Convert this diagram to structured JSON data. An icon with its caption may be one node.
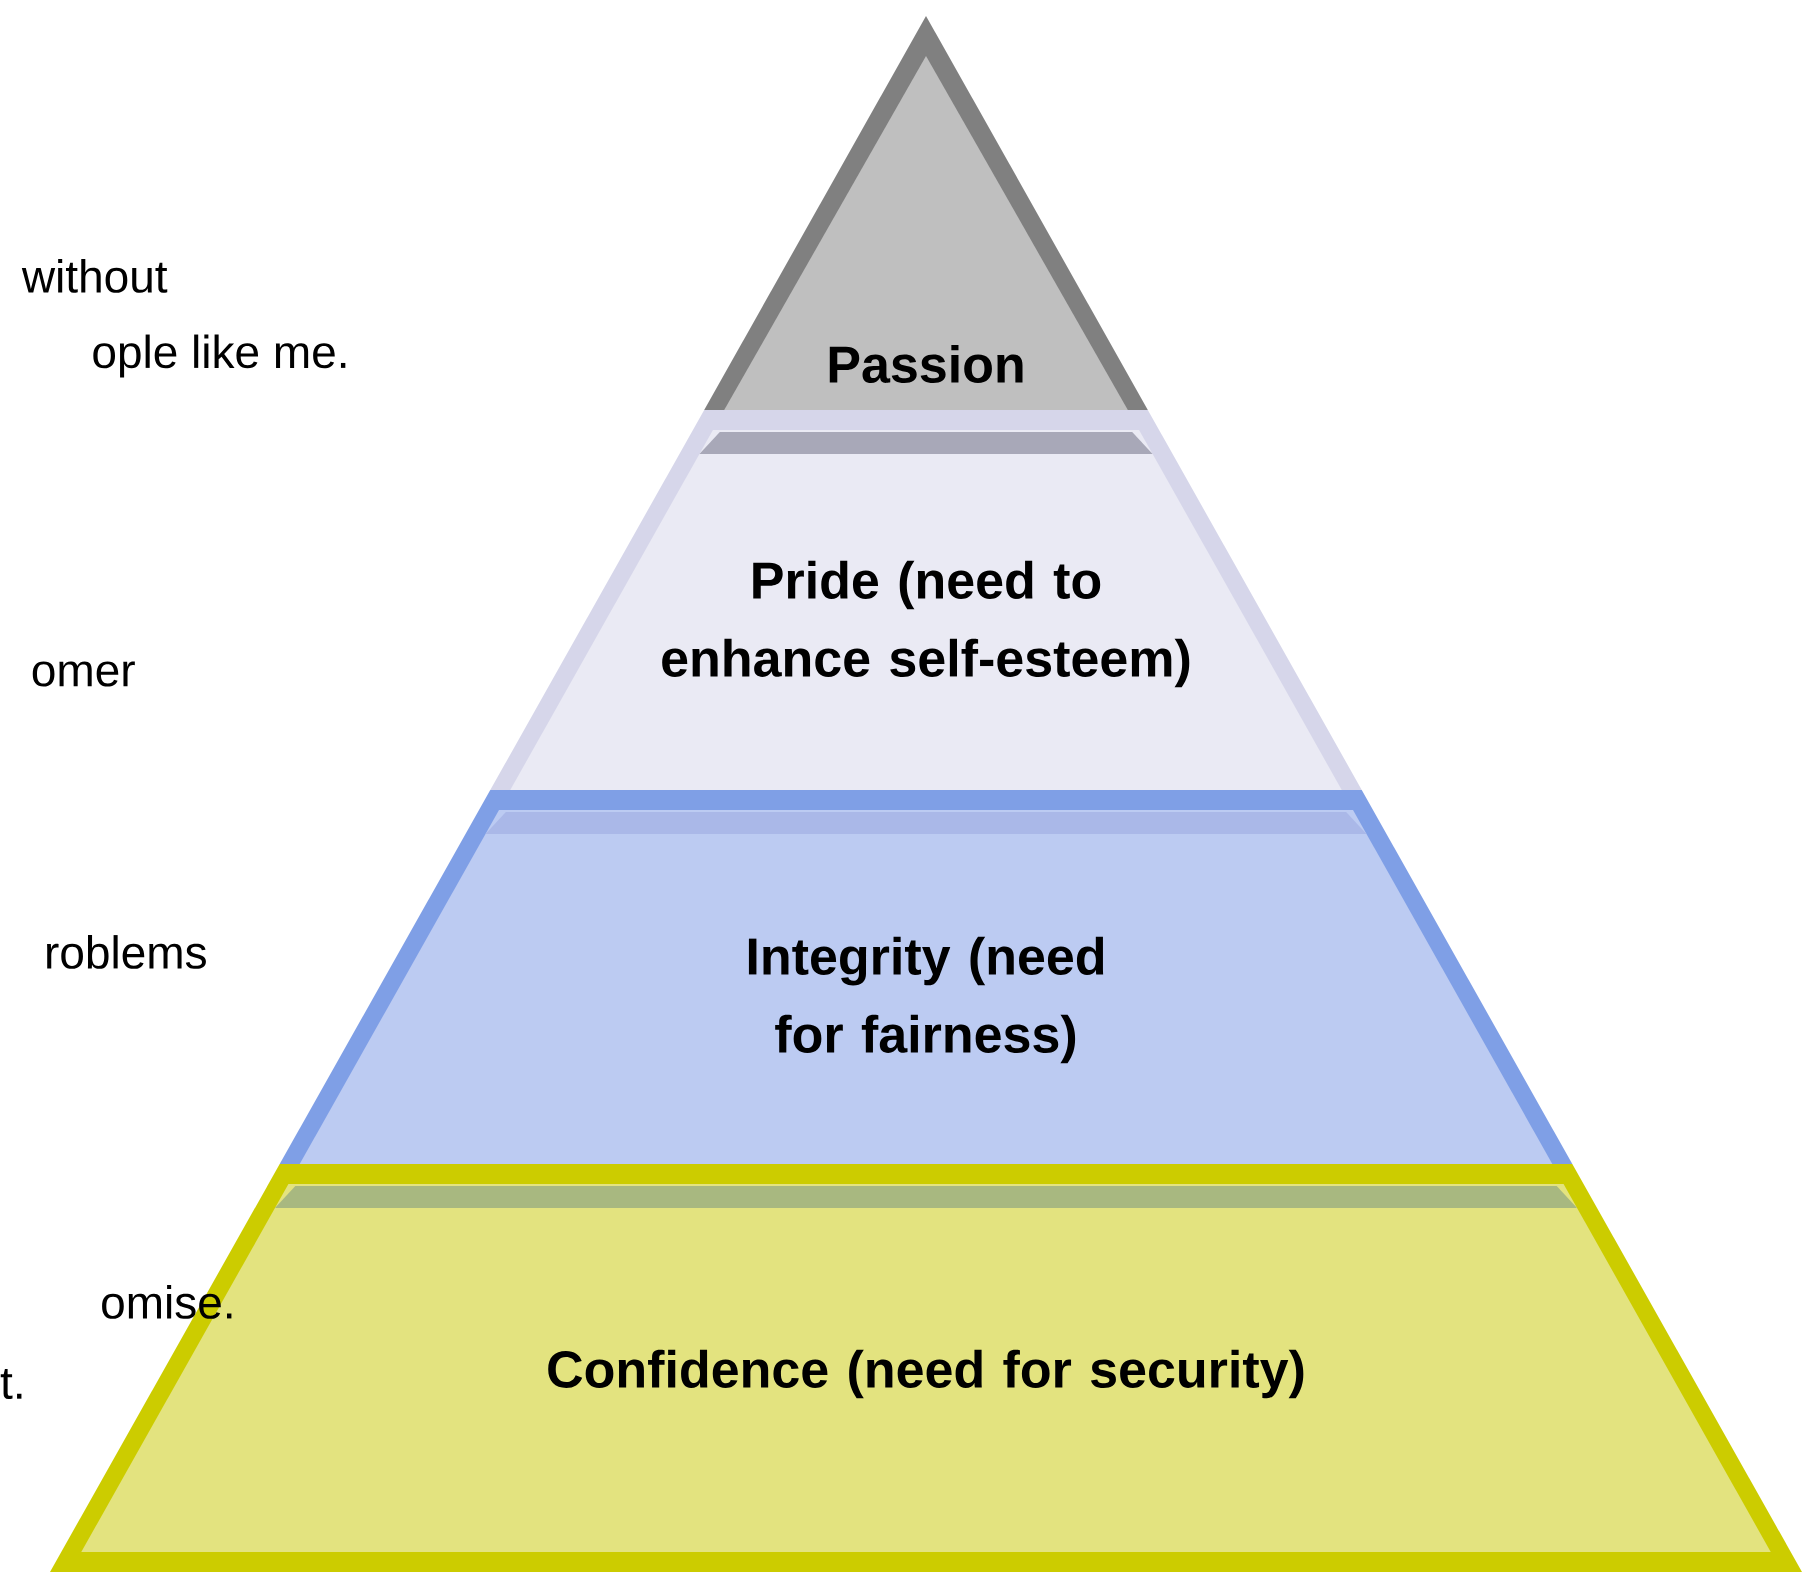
{
  "diagram": {
    "nodes": [
      {
        "text": [
          "Passion"
        ]
      },
      {
        "text": [
          "Pride (need to enhance self-esteem)"
        ]
      },
      {
        "text": [
          "Integrity (need for fairness)"
        ]
      },
      {
        "text": [
          "Confidence (need for security)"
        ]
      }
    ],
    "labels": [
      "without",
      "ople like me.",
      "omer",
      "roblems",
      "omise.",
      "t."
    ]
  }
}
